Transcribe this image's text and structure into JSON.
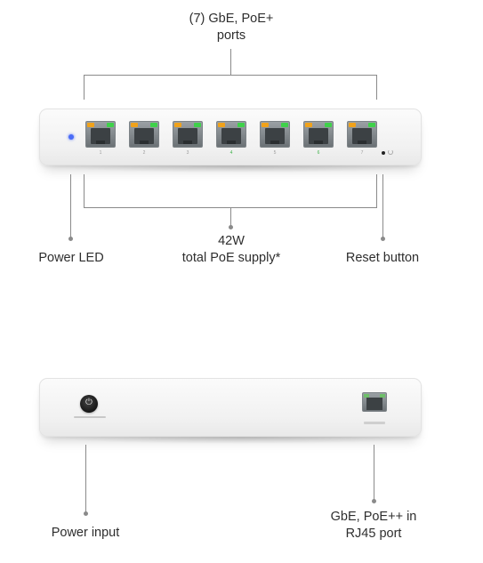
{
  "front": {
    "top_label": [
      "(7) GbE, PoE+",
      "ports"
    ],
    "center_label": [
      "42W",
      "total PoE supply*"
    ],
    "left_label": "Power LED",
    "right_label": "Reset button",
    "port_numbers": [
      "1",
      "2",
      "3",
      "4",
      "5",
      "6",
      "7"
    ],
    "power_led_color": "#4a6cf7",
    "port_led_colors": {
      "activity": "#f0a21b",
      "link": "#3fd14a"
    }
  },
  "rear": {
    "left_label": "Power input",
    "right_label": [
      "GbE, PoE++ in",
      "RJ45 port"
    ],
    "power_jack_symbol": "⏻"
  }
}
